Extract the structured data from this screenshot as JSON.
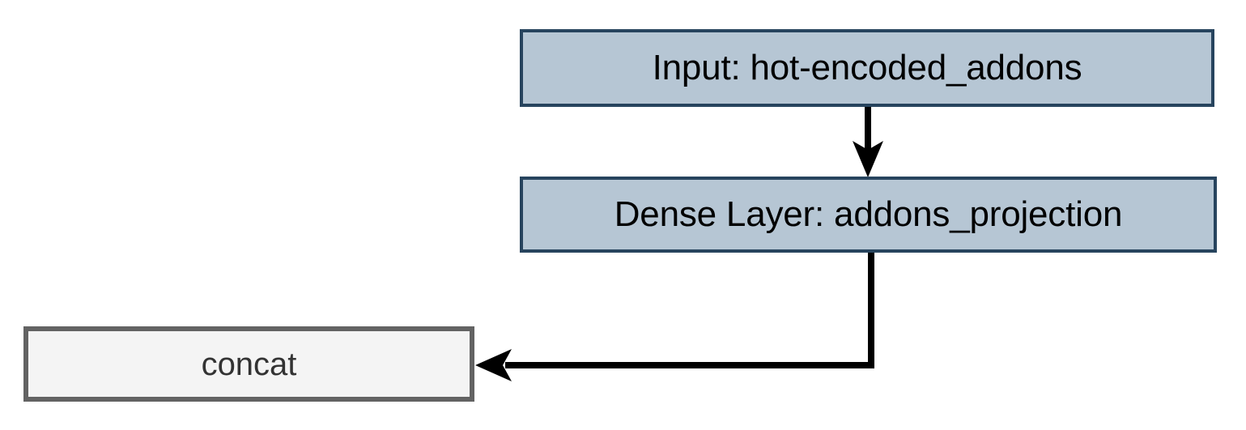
{
  "diagram": {
    "type": "flowchart",
    "orientation": "top-down",
    "background_color": "#ffffff",
    "nodes": [
      {
        "id": "input_addons",
        "label": "Input: hot-encoded_addons",
        "shape": "rectangle",
        "fill_color": "#b6c6d4",
        "border_color": "#27445e",
        "text_color": "#000000"
      },
      {
        "id": "addons_projection",
        "label": "Dense Layer: addons_projection",
        "shape": "rectangle",
        "fill_color": "#b6c6d4",
        "border_color": "#27445e",
        "text_color": "#000000"
      },
      {
        "id": "concat",
        "label": "concat",
        "shape": "rectangle",
        "fill_color": "#f4f4f4",
        "border_color": "#636363",
        "text_color": "#333333"
      }
    ],
    "edges": [
      {
        "id": "edge-input-to-dense",
        "from": "input_addons",
        "to": "addons_projection",
        "style": "straight-vertical",
        "arrowhead": "filled-triangle",
        "color": "#000000"
      },
      {
        "id": "edge-dense-to-concat",
        "from": "addons_projection",
        "to": "concat",
        "style": "elbow-down-left",
        "arrowhead": "filled-triangle",
        "color": "#000000"
      }
    ]
  }
}
